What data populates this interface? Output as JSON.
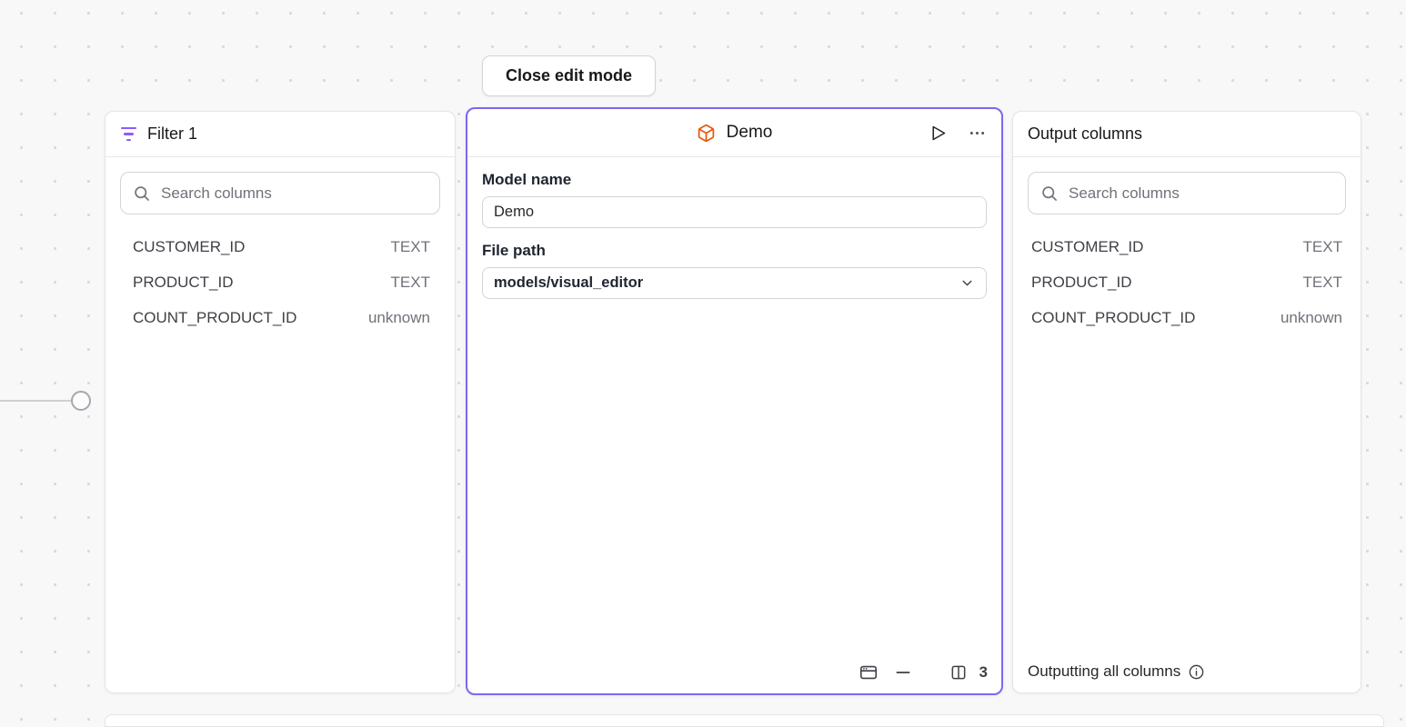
{
  "colors": {
    "accent": "#7b68ee",
    "filter_icon": "#8b5cf6",
    "model_icon": "#e8590c"
  },
  "toolbar": {
    "close_edit_label": "Close edit mode"
  },
  "filter_panel": {
    "title": "Filter 1",
    "search_placeholder": "Search columns",
    "columns": [
      {
        "name": "CUSTOMER_ID",
        "type": "TEXT"
      },
      {
        "name": "PRODUCT_ID",
        "type": "TEXT"
      },
      {
        "name": "COUNT_PRODUCT_ID",
        "type": "unknown"
      }
    ]
  },
  "model_panel": {
    "title": "Demo",
    "model_name_label": "Model name",
    "model_name_value": "Demo",
    "file_path_label": "File path",
    "file_path_value": "models/visual_editor",
    "output_column_count": "3"
  },
  "output_panel": {
    "title": "Output columns",
    "search_placeholder": "Search columns",
    "columns": [
      {
        "name": "CUSTOMER_ID",
        "type": "TEXT"
      },
      {
        "name": "PRODUCT_ID",
        "type": "TEXT"
      },
      {
        "name": "COUNT_PRODUCT_ID",
        "type": "unknown"
      }
    ],
    "footer_text": "Outputting all columns"
  }
}
